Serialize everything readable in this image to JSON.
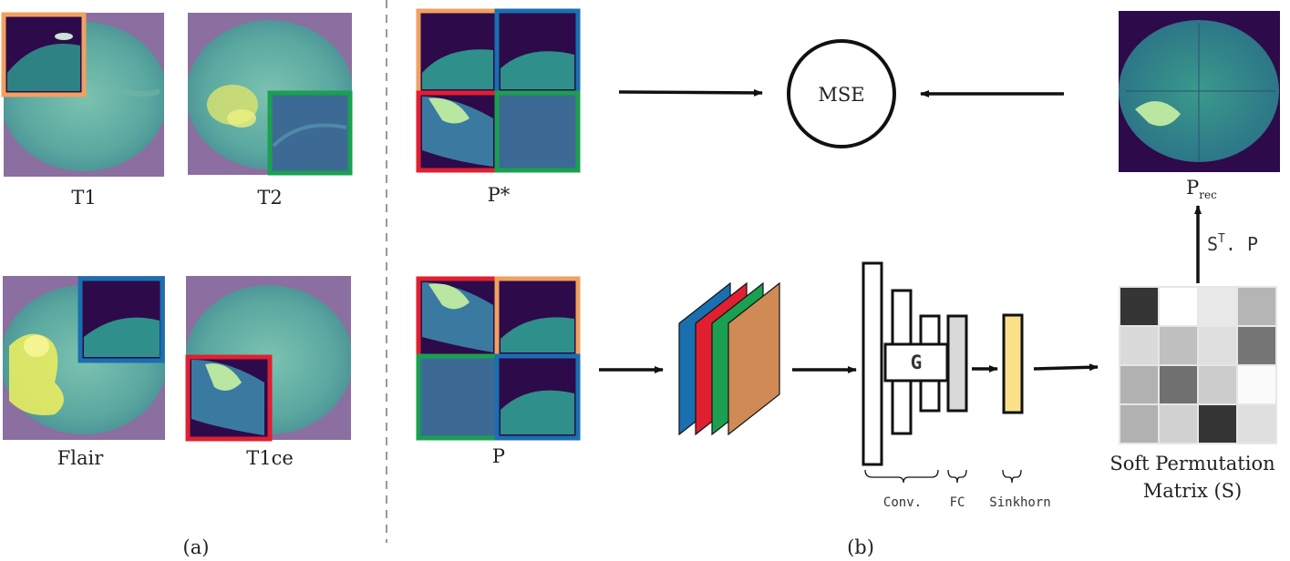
{
  "panel_a": {
    "modalities": [
      "T1",
      "T2",
      "Flair",
      "T1ce"
    ],
    "caption": "(a)"
  },
  "panel_b": {
    "caption": "(b)",
    "target_label": "P*",
    "input_label": "P",
    "mse_label": "MSE",
    "g_label": "G",
    "reconstructed_label_main": "P",
    "reconstructed_label_sub": "rec",
    "transform_label": "S",
    "transform_sup": "T",
    "transform_tail": ". P",
    "stage_labels": {
      "conv": "Conv.",
      "fc": "FC",
      "sinkhorn": "Sinkhorn"
    },
    "matrix_caption": [
      "Soft Permutation",
      "Matrix (S)"
    ]
  },
  "colors": {
    "orange": "#f0a060",
    "green": "#1aa050",
    "blue": "#1a6fb0",
    "red": "#e02030",
    "brain_bg": "#8a6fa0",
    "dark_purple": "#2d0a4a",
    "brain_teal": "#5aa8a0",
    "sinkhorn_fill": "#fbe08a",
    "fc_fill": "#d9d9d9"
  },
  "soft_permutation_matrix": [
    [
      0.88,
      0.0,
      0.1,
      0.32
    ],
    [
      0.16,
      0.28,
      0.14,
      0.6
    ],
    [
      0.34,
      0.62,
      0.22,
      0.02
    ],
    [
      0.34,
      0.2,
      0.88,
      0.14
    ]
  ]
}
